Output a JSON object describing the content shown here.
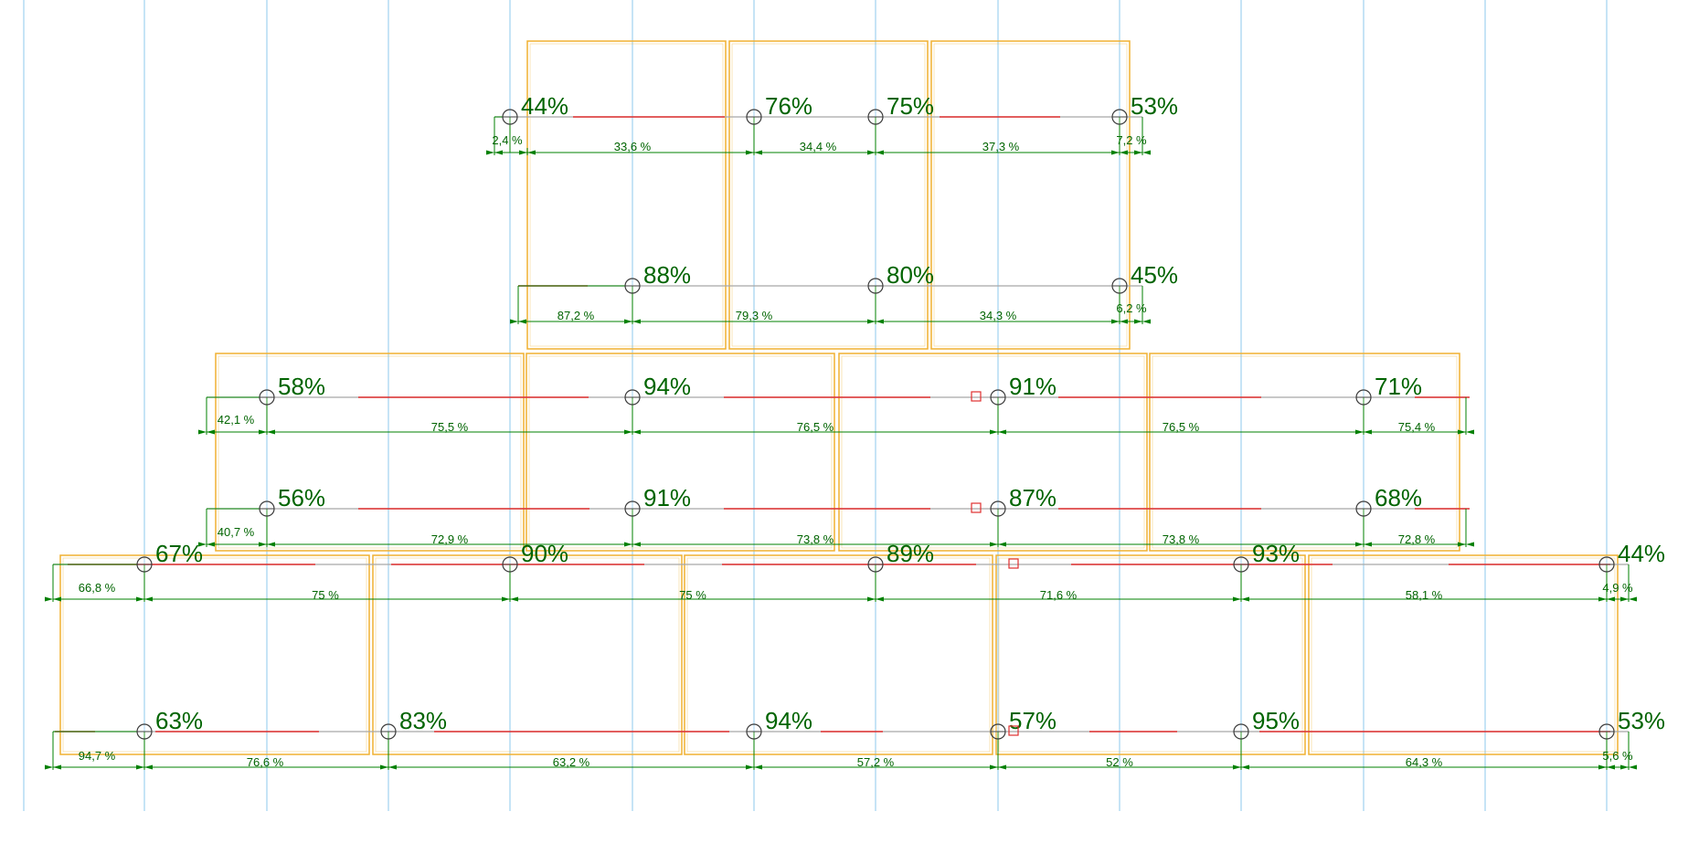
{
  "colors": {
    "grid": "#8ec8ee",
    "panel": "#f0b030",
    "dim": "#008000",
    "label": "#006400",
    "red": "#e03030",
    "beam": "#a8a8a8",
    "node": "#3a3a3a",
    "marker": "#e03030"
  },
  "rows": [
    {
      "id": "row-1-top",
      "nodes": [
        {
          "label": "44%"
        },
        {
          "label": "76%"
        },
        {
          "label": "75%"
        },
        {
          "label": "53%"
        }
      ],
      "dims": [
        "2,4 %",
        "33,6 %",
        "34,4 %",
        "37,3 %",
        "7,2 %"
      ]
    },
    {
      "id": "row-1-bottom",
      "nodes": [
        {
          "label": "88%"
        },
        {
          "label": "80%"
        },
        {
          "label": "45%"
        }
      ],
      "dims": [
        "87,2 %",
        "79,3 %",
        "34,3 %",
        "6,2 %"
      ]
    },
    {
      "id": "row-2-top",
      "nodes": [
        {
          "label": "58%"
        },
        {
          "label": "94%"
        },
        {
          "label": "91%"
        },
        {
          "label": "71%"
        }
      ],
      "dims": [
        "42,1 %",
        "75,5 %",
        "76,5 %",
        "76,5 %",
        "75,4 %"
      ]
    },
    {
      "id": "row-2-bottom",
      "nodes": [
        {
          "label": "56%"
        },
        {
          "label": "91%"
        },
        {
          "label": "87%"
        },
        {
          "label": "68%"
        }
      ],
      "dims": [
        "40,7 %",
        "72,9 %",
        "73,8 %",
        "73,8 %",
        "72,8 %"
      ]
    },
    {
      "id": "row-3-top",
      "nodes": [
        {
          "label": "67%"
        },
        {
          "label": "90%"
        },
        {
          "label": "89%"
        },
        {
          "label": "93%"
        },
        {
          "label": "44%"
        }
      ],
      "dims": [
        "66,8 %",
        "75 %",
        "75 %",
        "71,6 %",
        "58,1 %",
        "4,9 %"
      ]
    },
    {
      "id": "row-3-bottom",
      "nodes": [
        {
          "label": "63%"
        },
        {
          "label": "83%"
        },
        {
          "label": "94%"
        },
        {
          "label": "57%"
        },
        {
          "label": "95%"
        },
        {
          "label": "53%"
        }
      ],
      "dims": [
        "94,7 %",
        "76,6 %",
        "63,2 %",
        "57,2 %",
        "52 %",
        "64,3 %",
        "5,6 %"
      ]
    }
  ]
}
